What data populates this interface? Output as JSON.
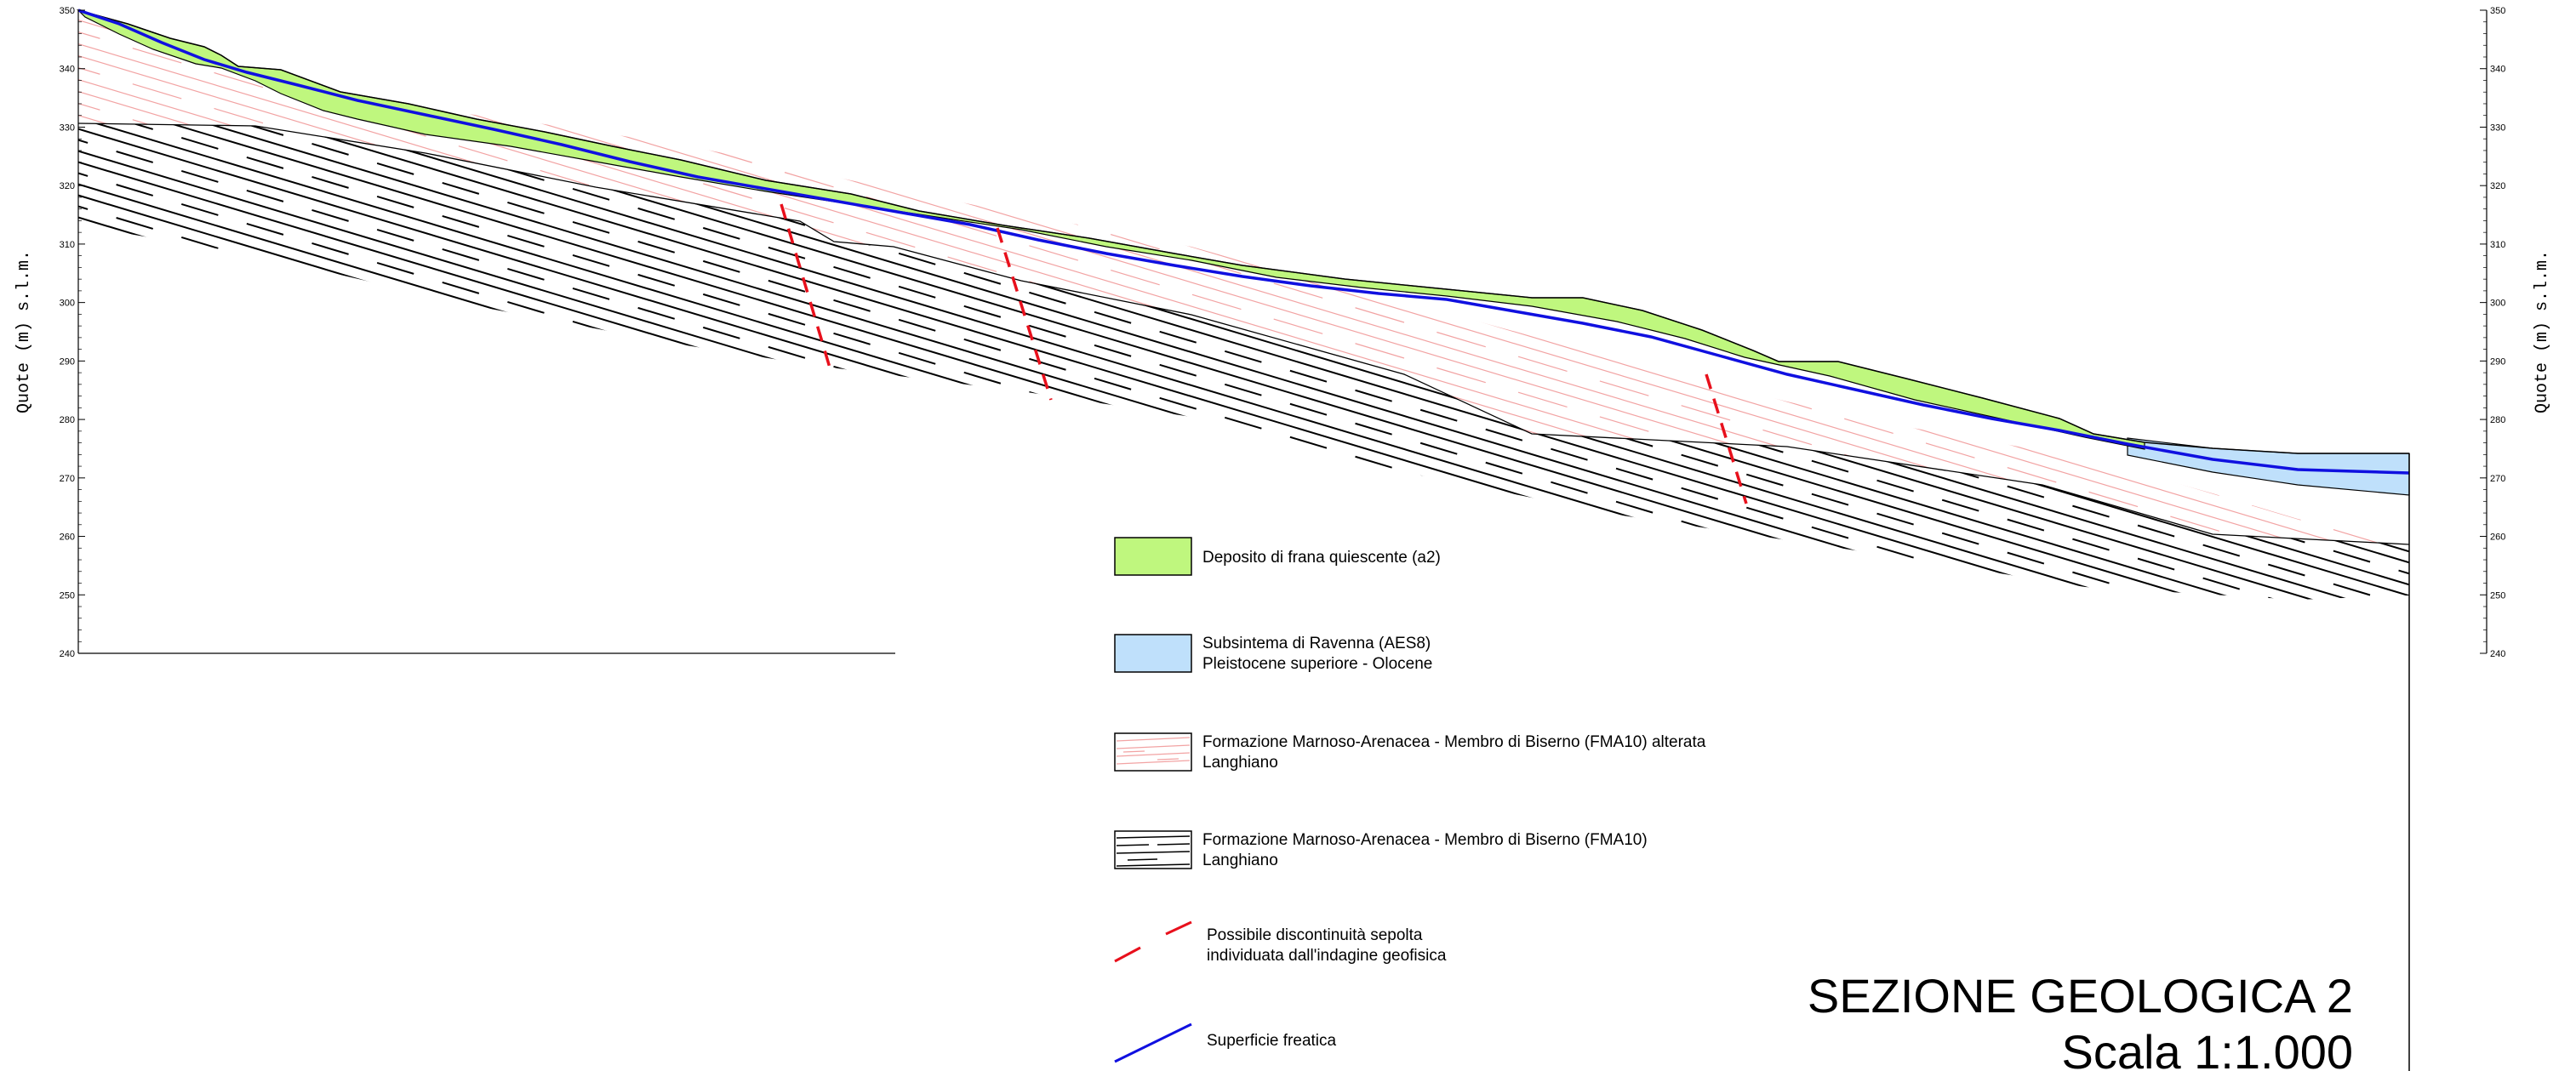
{
  "section": {
    "title": "SEZIONE GEOLOGICA 2",
    "scale": "Scala 1:1.000"
  },
  "axes": {
    "left_title": "Quote (m) s.l.m.",
    "right_title": "Quote (m) s.l.m.",
    "unit": "m s.l.m.",
    "ticks": [
      "350",
      "340",
      "330",
      "320",
      "310",
      "300",
      "290",
      "280",
      "270",
      "260",
      "250",
      "240"
    ],
    "range": [
      240,
      350
    ]
  },
  "legend": [
    {
      "id": "frana",
      "lines": [
        "Deposito di frana quiescente (a2)"
      ],
      "swatch": "green",
      "color": "#bff77e"
    },
    {
      "id": "aes8",
      "lines": [
        "Subsintema di Ravenna (AES8)",
        "Pleistocene superiore  - Olocene"
      ],
      "swatch": "blue",
      "color": "#bfe0fb"
    },
    {
      "id": "fma10a",
      "lines": [
        "Formazione Marnoso-Arenacea - Membro di Biserno (FMA10) alterata",
        "Langhiano"
      ],
      "swatch": "pink-hatch",
      "color": "#f2a3a3"
    },
    {
      "id": "fma10",
      "lines": [
        "Formazione Marnoso-Arenacea - Membro di Biserno (FMA10)",
        "Langhiano"
      ],
      "swatch": "black-hatch",
      "color": "#000000"
    },
    {
      "id": "faglia",
      "lines": [
        "Possibile discontinuità sepolta",
        "individuata dall'indagine geofisica"
      ],
      "swatch": "red-dash",
      "color": "#e8101c"
    },
    {
      "id": "falda",
      "lines": [
        "Superficie freatica"
      ],
      "swatch": "blue-line",
      "color": "#1010e0"
    }
  ],
  "colors": {
    "landslide": "#bff77e",
    "alluvium": "#bfe0fb",
    "altered_hatch": "#f2a3a3",
    "fault": "#e8101c",
    "water_table": "#1010e0"
  }
}
